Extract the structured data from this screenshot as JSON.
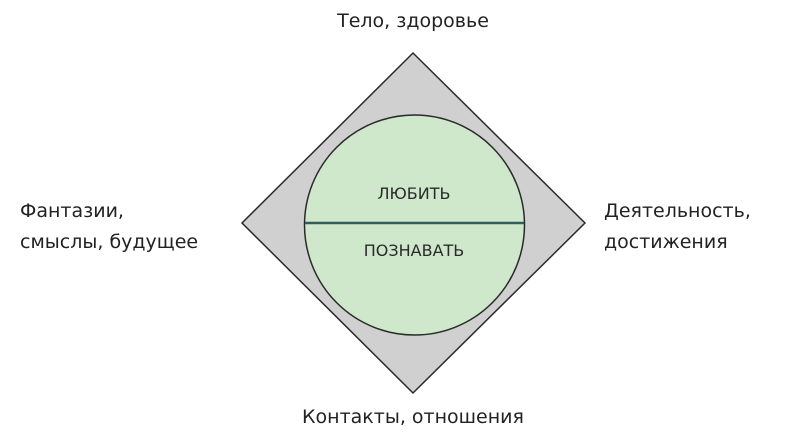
{
  "labels": {
    "top": "Тело, здоровье",
    "left_line1": "Фантазии,",
    "left_line2": "смыслы, будущее",
    "right_line1": "Деятельность,",
    "right_line2": "достижения",
    "bottom": "Контакты, отношения"
  },
  "circle": {
    "upper": "ЛЮБИТЬ",
    "lower": "ПОЗНАВАТЬ"
  },
  "colors": {
    "diamond_fill": "#d0d0d0",
    "circle_fill": "#cfe8cc",
    "divider": "#2e5e60",
    "outline": "#2a2a2a"
  }
}
